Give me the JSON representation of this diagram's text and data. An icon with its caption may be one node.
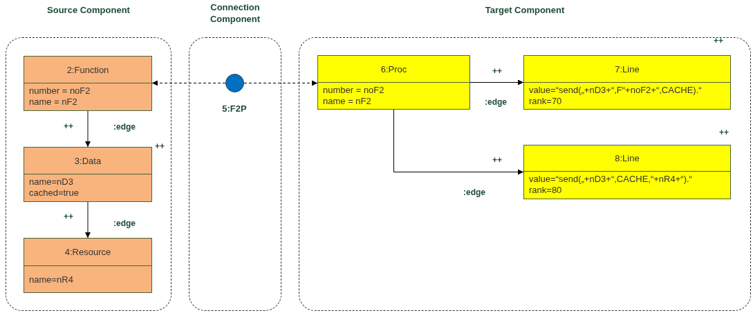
{
  "diagram": {
    "nodes": [
      {
        "text": [
          "Source Component"
        ]
      },
      {
        "text": [
          "Connection Component"
        ]
      },
      {
        "text": [
          "Target Component"
        ]
      },
      {
        "text": [
          "2:Function",
          "number = noF2 name = nF2"
        ],
        "in": 0
      },
      {
        "text": [
          "3:Data",
          "name=nD3 cached=true"
        ],
        "in": 0
      },
      {
        "text": [
          "4:Resource",
          "name=nR4"
        ],
        "in": 0
      },
      {
        "text": [],
        "shape": "circle",
        "beside": [
          "5:F2P"
        ],
        "in": 1
      },
      {
        "text": [
          "6:Proc",
          "number = noF2 name = nF2"
        ],
        "in": 2
      },
      {
        "text": [
          "7:Line",
          "value=“send(„+nD3+“,F“+noF2+“,CACHE).“ rank=70"
        ],
        "in": 2
      },
      {
        "text": [
          "8:Line",
          "value=“send(„+nD3+“,CACHE,“+nR4+“).“ rank=80"
        ],
        "in": 2
      }
    ],
    "edges": [
      {
        "from": 6,
        "to": 3,
        "arrow": "to",
        "style": "dashed"
      },
      {
        "from": 6,
        "to": 7,
        "arrow": "to",
        "style": "dashed"
      },
      {
        "from": 3,
        "to": 4,
        "arrow": "to",
        "label": ":edge"
      },
      {
        "from": 4,
        "to": 5,
        "arrow": "to",
        "label": ":edge"
      },
      {
        "from": 7,
        "to": 8,
        "arrow": "to",
        "label": ":edge"
      },
      {
        "from": 7,
        "to": 9,
        "arrow": "to",
        "label": ":edge"
      }
    ],
    "labels": [
      "++",
      "++",
      "++",
      "++",
      "++",
      "++",
      "++"
    ]
  }
}
